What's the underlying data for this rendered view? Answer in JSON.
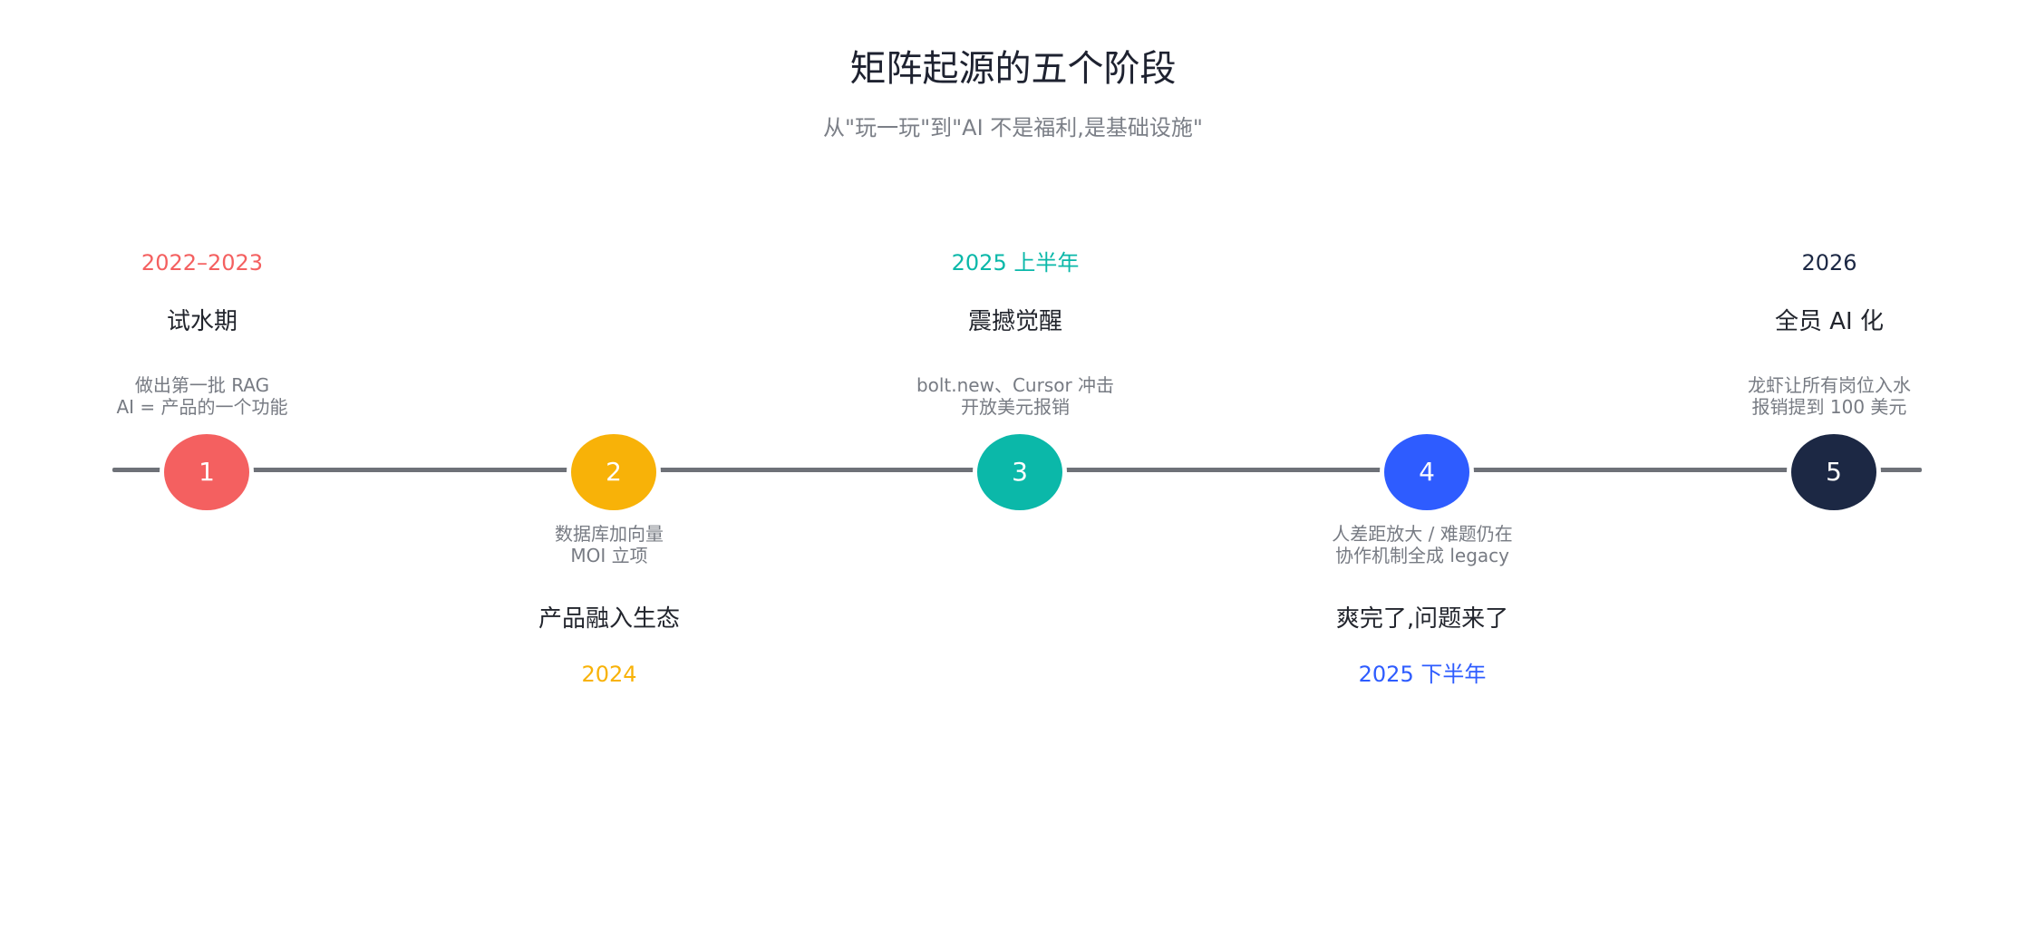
{
  "header": {
    "title": "矩阵起源的五个阶段",
    "subtitle": "从\"玩一玩\"到\"AI 不是福利,是基础设施\""
  },
  "colors": {
    "line": "#6e7178",
    "stage1": "#f46060",
    "stage2": "#f8b208",
    "stage3": "#0bb8a9",
    "stage4": "#2e5cff",
    "stage5": "#1c2844"
  },
  "stages": [
    {
      "number": "1",
      "period": "2022–2023",
      "title": "试水期",
      "desc": [
        "做出第一批 RAG",
        "AI = 产品的一个功能"
      ],
      "position": "above"
    },
    {
      "number": "2",
      "period": "2024",
      "title": "产品融入生态",
      "desc": [
        "数据库加向量",
        "MOI 立项"
      ],
      "position": "below"
    },
    {
      "number": "3",
      "period": "2025 上半年",
      "title": "震撼觉醒",
      "desc": [
        "bolt.new、Cursor 冲击",
        "开放美元报销"
      ],
      "position": "above"
    },
    {
      "number": "4",
      "period": "2025 下半年",
      "title": "爽完了,问题来了",
      "desc": [
        "人差距放大 / 难题仍在",
        "协作机制全成 legacy"
      ],
      "position": "below"
    },
    {
      "number": "5",
      "period": "2026",
      "title": "全员 AI 化",
      "desc": [
        "龙虾让所有岗位入水",
        "报销提到 100 美元"
      ],
      "position": "above"
    }
  ]
}
